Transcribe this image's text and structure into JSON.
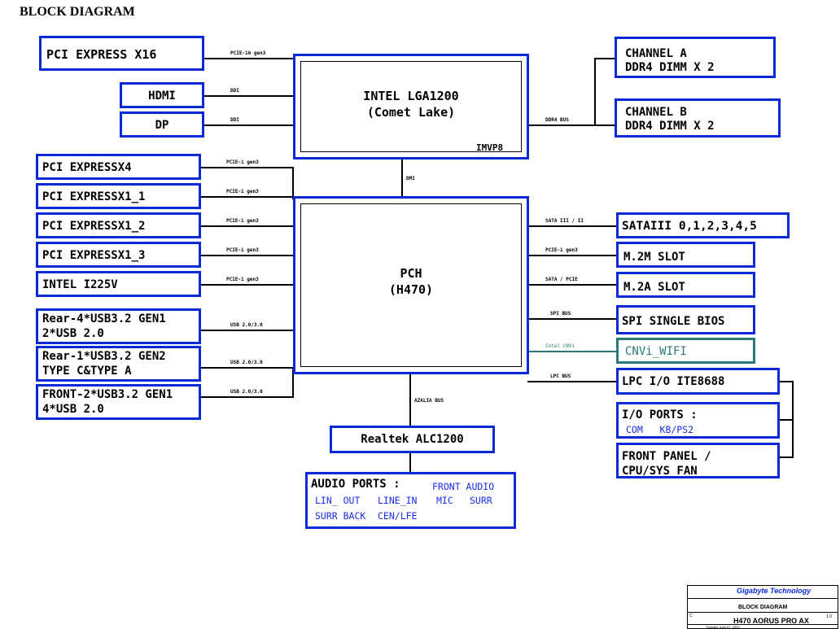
{
  "title": "BLOCK DIAGRAM",
  "cpu": {
    "line1": "INTEL LGA1200",
    "line2": "(Comet Lake)",
    "imvp": "IMVP8"
  },
  "pch": {
    "line1": "PCH",
    "line2": "(H470)"
  },
  "left_top": [
    {
      "label": "PCI EXPRESS X16",
      "bus": "PCIE-16 gen3"
    },
    {
      "label": "HDMI",
      "bus": "DDI"
    },
    {
      "label": "DP",
      "bus": "DDI"
    }
  ],
  "left_pch": [
    {
      "line1": "PCI EXPRESSX4",
      "line2": "",
      "bus": "PCIE-1 gen3"
    },
    {
      "line1": "PCI EXPRESSX1_1",
      "line2": "",
      "bus": "PCIE-1 gen3"
    },
    {
      "line1": "PCI EXPRESSX1_2",
      "line2": "",
      "bus": "PCIE-1 gen3"
    },
    {
      "line1": "PCI EXPRESSX1_3",
      "line2": "",
      "bus": "PCIE-1 gen3"
    },
    {
      "line1": "INTEL I225V",
      "line2": "",
      "bus": "PCIE-1 gen3"
    },
    {
      "line1": "Rear-4*USB3.2 GEN1",
      "line2": "2*USB 2.0",
      "bus": "USB 2.0/3.0"
    },
    {
      "line1": "Rear-1*USB3.2 GEN2",
      "line2": "TYPE C&TYPE A",
      "bus": "USB 2.0/3.0"
    },
    {
      "line1": "FRONT-2*USB3.2 GEN1",
      "line2": "4*USB 2.0",
      "bus": "USB 2.0/3.0"
    }
  ],
  "memory": {
    "bus": "DDR4 BUS",
    "channels": [
      {
        "line1": "CHANNEL A",
        "line2": "DDR4 DIMM X 2"
      },
      {
        "line1": "CHANNEL B",
        "line2": "DDR4 DIMM X 2"
      }
    ]
  },
  "dmi": "DMI",
  "right_pch": [
    {
      "label": "SATAIII 0,1,2,3,4,5",
      "bus": "SATA III / II"
    },
    {
      "label": "M.2M SLOT",
      "bus": "PCIE-1 gen3"
    },
    {
      "label": "M.2A SLOT",
      "bus": "SATA / PCIE"
    },
    {
      "label": "SPI SINGLE BIOS",
      "bus": "SPI BUS"
    },
    {
      "label": "CNVi_WIFI",
      "bus": "Intel CNVi"
    },
    {
      "label": "LPC I/O ITE8688",
      "bus": "LPC BUS"
    }
  ],
  "cnvi_color": "#2a7a7a",
  "box_color": "#0a2ad8",
  "io_ports": {
    "title": "I/O PORTS :",
    "items": "COM   KB/PS2"
  },
  "front_panel": {
    "line1": "FRONT PANEL /",
    "line2": "CPU/SYS FAN"
  },
  "audio": {
    "bus": "AZALIA BUS",
    "codec": "Realtek ALC1200",
    "ports_title": "AUDIO PORTS :",
    "row1": "FRONT AUDIO",
    "row2": [
      "LIN_ OUT",
      "LINE_IN",
      "MIC",
      "SURR"
    ],
    "row3": [
      "SURR BACK",
      "CEN/LFE"
    ]
  },
  "title_block": {
    "company": "Gigabyte Technology",
    "title": "BLOCK DIAGRAM",
    "document": "H470 AORUS PRO AX",
    "rev": "1.0",
    "size": "C",
    "date": "Tuesday, April 07, 2020"
  }
}
